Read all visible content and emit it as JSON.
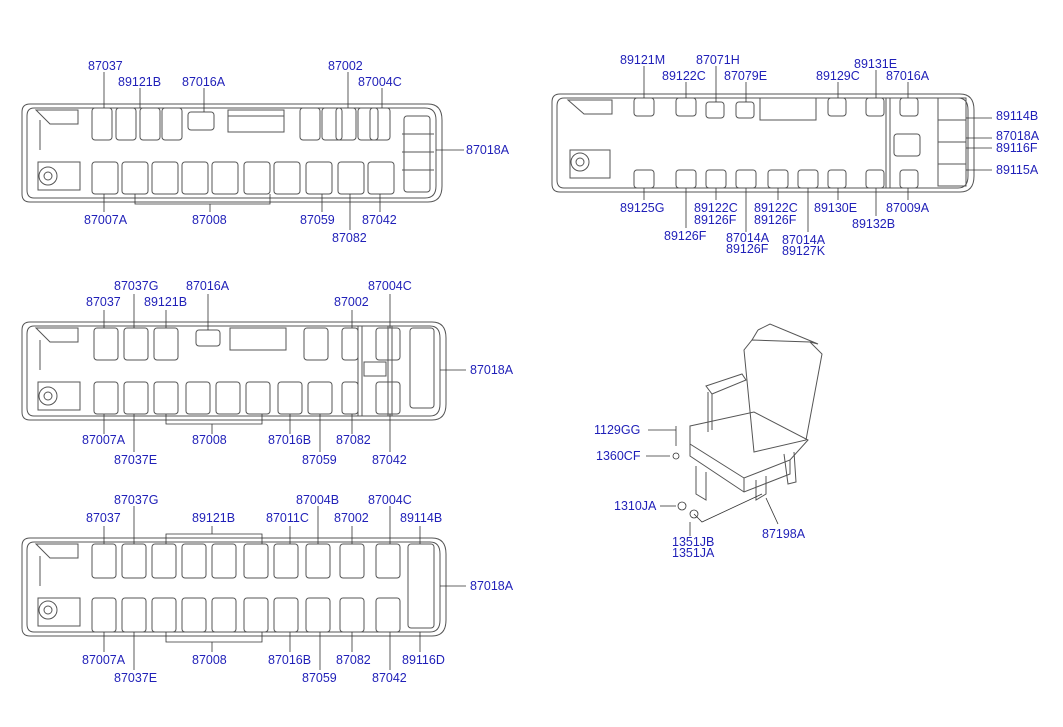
{
  "diagram": {
    "bus_top_left": {
      "labels": {
        "a1": "87037",
        "a2": "89121B",
        "a3": "87016A",
        "a4": "87002",
        "a5": "87004C",
        "a6": "87018A",
        "a7": "87007A",
        "a8": "87008",
        "a9": "87059",
        "a10": "87042",
        "a11": "87082"
      }
    },
    "bus_top_right": {
      "labels": {
        "b1": "89121M",
        "b2": "87071H",
        "b3": "89122C",
        "b4": "87079E",
        "b5": "89129C",
        "b6": "89131E",
        "b7": "87016A",
        "b8": "89114B",
        "b9": "87018A",
        "b10": "89116F",
        "b11": "89115A",
        "b12": "89125G",
        "b13": "89122C",
        "b14": "89126F",
        "b15": "89126F",
        "b16": "89122C",
        "b17": "89126F",
        "b18": "89130E",
        "b19": "87009A",
        "b20": "89132B",
        "b21": "87014A",
        "b22": "89126F",
        "b23": "87014A",
        "b24": "89127K"
      }
    },
    "bus_middle": {
      "labels": {
        "c1": "87037G",
        "c2": "87016A",
        "c3": "87004C",
        "c4": "87037",
        "c5": "89121B",
        "c6": "87002",
        "c7": "87018A",
        "c8": "87007A",
        "c9": "87037E",
        "c10": "87008",
        "c11": "87016B",
        "c12": "87082",
        "c13": "87059",
        "c14": "87042"
      }
    },
    "bus_bottom": {
      "labels": {
        "d1": "87037G",
        "d2": "87004B",
        "d3": "87004C",
        "d4": "87037",
        "d5": "89121B",
        "d6": "87011C",
        "d7": "87002",
        "d8": "89114B",
        "d9": "87018A",
        "d10": "87007A",
        "d11": "87037E",
        "d12": "87008",
        "d13": "87016B",
        "d14": "87082",
        "d15": "89116D",
        "d16": "87059",
        "d17": "87042"
      }
    },
    "seat_detail": {
      "labels": {
        "e1": "1129GG",
        "e2": "1360CF",
        "e3": "1310JA",
        "e4": "1351JB",
        "e5": "1351JA",
        "e6": "87198A"
      }
    },
    "colors": {
      "label": "#1f1fb8",
      "line": "#555555",
      "leader": "#333333"
    }
  }
}
